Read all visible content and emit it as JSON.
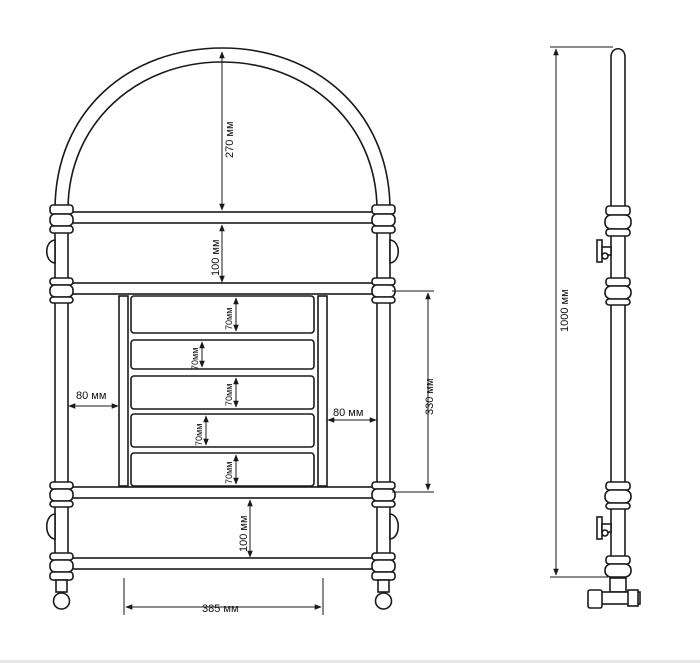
{
  "dimensions": {
    "arch_height": "270 мм",
    "upper_gap": "100 мм",
    "lower_gap": "100 мм",
    "side_left": "80 мм",
    "side_right": "80 мм",
    "panel_height": "330 мм",
    "inner_width": "385 мм",
    "total_height": "1000 мм",
    "bar_1": "70мм",
    "bar_2": "70мм",
    "bar_3": "70мм",
    "bar_4": "70мм",
    "bar_5": "70мм"
  }
}
